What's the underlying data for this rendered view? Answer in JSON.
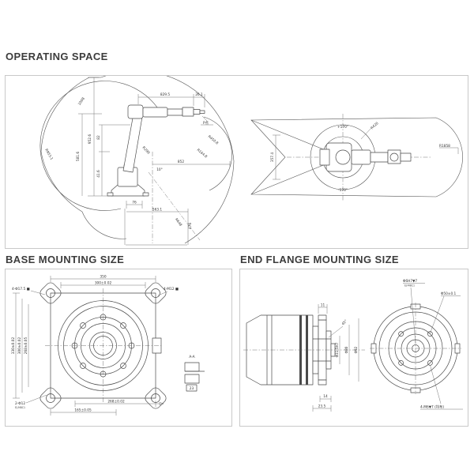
{
  "titles": {
    "operating": "OPERATING SPACE",
    "base": "BASE MOUNTING SIZE",
    "flange": "END FLANGE MOUNTING SIZE"
  },
  "side_view": {
    "dim_829": "829.5",
    "dim_26": "26.1",
    "p_point": "P点",
    "dim_1008": "1008",
    "dim_952": "952.6",
    "dim_581": "581.6",
    "dim_82": "82",
    "dim_41": "41.6",
    "r_953": "R953.1",
    "r_648": "R648",
    "r_298": "R298",
    "dim_852": "852",
    "r_450": "R450.8",
    "r_164": "R164.8",
    "dim_76": "76",
    "dim_563": "563.1",
    "dim_476": "476",
    "angle_10": "10°"
  },
  "top_view": {
    "dim_357": "357.4",
    "r_420": "R420",
    "r_1858": "R1858",
    "ang_plus": "+170°",
    "ang_minus": "-170°"
  },
  "base_view": {
    "dim_350": "350",
    "dim_300_top": "300±0.02",
    "holes_17": "4-Φ17.5 ■",
    "bolts_m12": "4-M12 ■",
    "dim_330": "330±0.02",
    "dim_300_left": "300±0.02",
    "dim_268_left": "268±0.05",
    "dim_268_bottom": "268±0.02",
    "dim_165": "165±0.05",
    "pins": "2-Φ12",
    "pins_note": "EJ-M8C1",
    "section": "A-A",
    "sec_dim": "23"
  },
  "flange_view": {
    "dim_11": "11",
    "bore": "Φ31.5H7",
    "d_80": "Φ80",
    "d_92": "Φ92",
    "dim_14": "14",
    "dim_235": "23.5",
    "angle_45": "45°",
    "pin_hole": "Φ6H7▼7",
    "pin_note": "EJ-M8C1",
    "bcd": "Φ50±0.1",
    "bolts": "4-M6▼7 (均布)"
  }
}
